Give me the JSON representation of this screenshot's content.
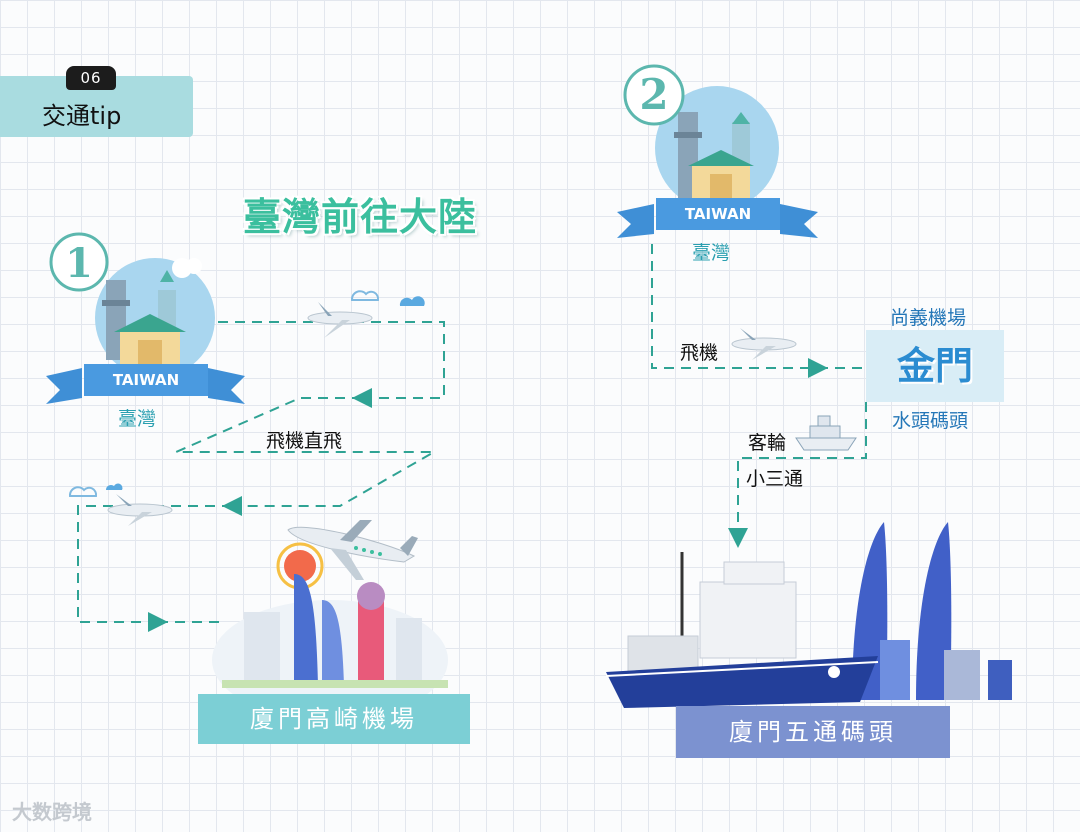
{
  "badge": {
    "number": "06",
    "label": "交通tip"
  },
  "title": "臺灣前往大陸",
  "route1": {
    "step": "1",
    "ribbon": "TAIWAN",
    "origin": "臺灣",
    "mode": "飛機直飛",
    "destination": "廈門高崎機場"
  },
  "route2": {
    "step": "2",
    "ribbon": "TAIWAN",
    "origin": "臺灣",
    "mode_plane": "飛機",
    "kinmen_airport": "尚義機場",
    "kinmen": "金門",
    "kinmen_pier": "水頭碼頭",
    "mode_ship": "客輪",
    "mode_policy": "小三通",
    "destination": "廈門五通碼頭"
  },
  "watermark": "大数跨境",
  "colors": {
    "teal": "#3bbf9e",
    "dashed_line": "#2fa394",
    "dest_box1": "#7ccfd5",
    "dest_box2": "#7c92d0",
    "ribbon": "#3f8fd6"
  }
}
